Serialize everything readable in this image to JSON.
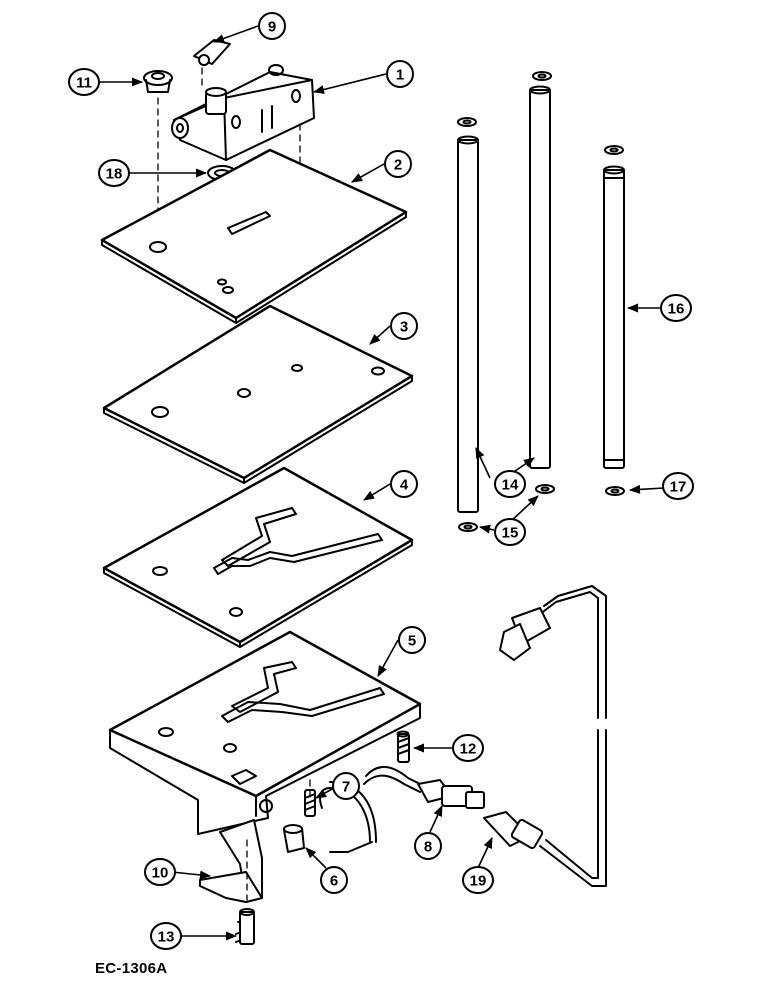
{
  "figure": {
    "label": "EC-1306A"
  },
  "callouts": [
    {
      "id": "c1",
      "text": "1"
    },
    {
      "id": "c2",
      "text": "2"
    },
    {
      "id": "c3",
      "text": "3"
    },
    {
      "id": "c4",
      "text": "4"
    },
    {
      "id": "c5",
      "text": "5"
    },
    {
      "id": "c6",
      "text": "6"
    },
    {
      "id": "c7",
      "text": "7"
    },
    {
      "id": "c8",
      "text": "8"
    },
    {
      "id": "c9",
      "text": "9"
    },
    {
      "id": "c10",
      "text": "10"
    },
    {
      "id": "c11",
      "text": "11"
    },
    {
      "id": "c12",
      "text": "12"
    },
    {
      "id": "c13",
      "text": "13"
    },
    {
      "id": "c14",
      "text": "14"
    },
    {
      "id": "c15",
      "text": "15"
    },
    {
      "id": "c16",
      "text": "16"
    },
    {
      "id": "c17",
      "text": "17"
    },
    {
      "id": "c18",
      "text": "18"
    },
    {
      "id": "c19",
      "text": "19"
    }
  ]
}
